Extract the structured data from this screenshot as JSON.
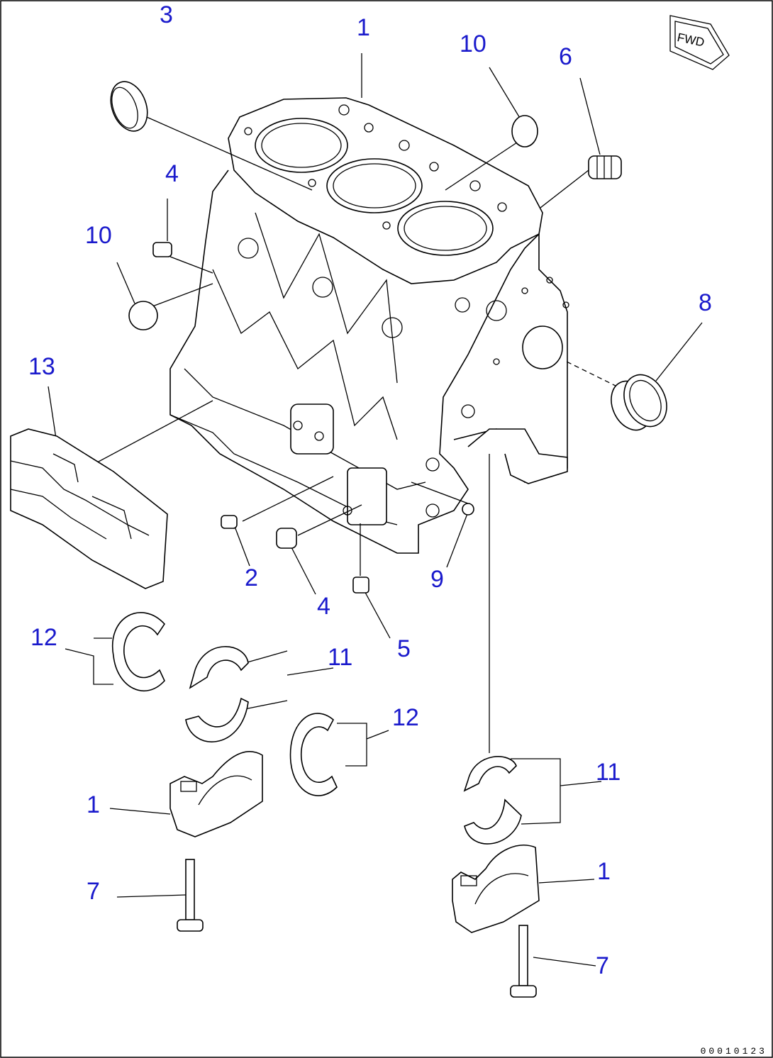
{
  "diagram": {
    "fwd_label": "FWD",
    "document_number": "00010123",
    "colors": {
      "callout": "#1a1acc",
      "line": "#000000",
      "background": "#ffffff"
    },
    "callouts": [
      {
        "id": "c3",
        "text": "3"
      },
      {
        "id": "c1a",
        "text": "1"
      },
      {
        "id": "c10a",
        "text": "10"
      },
      {
        "id": "c6",
        "text": "6"
      },
      {
        "id": "c4a",
        "text": "4"
      },
      {
        "id": "c10b",
        "text": "10"
      },
      {
        "id": "c8",
        "text": "8"
      },
      {
        "id": "c13",
        "text": "13"
      },
      {
        "id": "c2",
        "text": "2"
      },
      {
        "id": "c4b",
        "text": "4"
      },
      {
        "id": "c9",
        "text": "9"
      },
      {
        "id": "c5",
        "text": "5"
      },
      {
        "id": "c12a",
        "text": "12"
      },
      {
        "id": "c11a",
        "text": "11"
      },
      {
        "id": "c12b",
        "text": "12"
      },
      {
        "id": "c11b",
        "text": "11"
      },
      {
        "id": "c1b",
        "text": "1"
      },
      {
        "id": "c1c",
        "text": "1"
      },
      {
        "id": "c7a",
        "text": "7"
      },
      {
        "id": "c7b",
        "text": "7"
      }
    ]
  }
}
